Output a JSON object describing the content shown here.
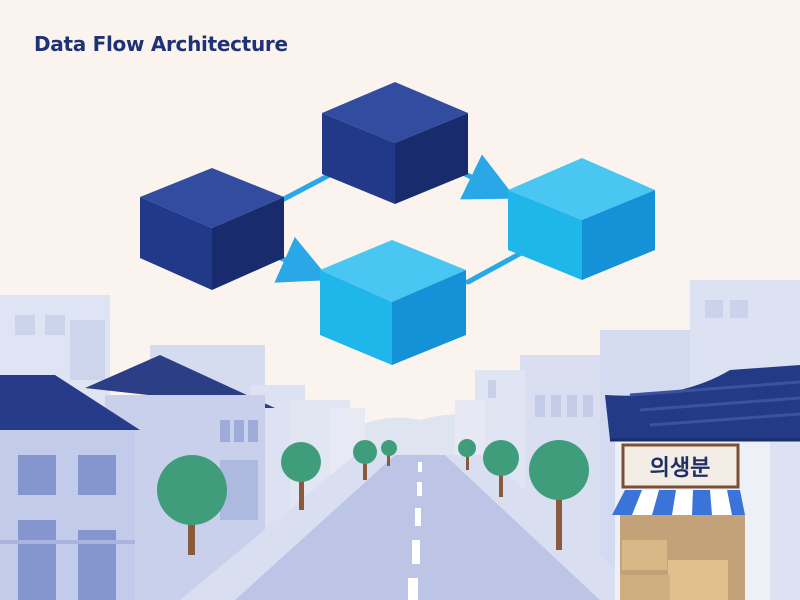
{
  "diagram": {
    "title": "Data Flow Architecture",
    "nodes": [
      {
        "id": "cube-1",
        "color": "#213a86"
      },
      {
        "id": "cube-2",
        "color": "#213a86"
      },
      {
        "id": "cube-3",
        "color": "#1fb6ea"
      },
      {
        "id": "cube-4",
        "color": "#1fb6ea"
      }
    ],
    "edges": [
      {
        "from": "cube-1",
        "to": "cube-2"
      },
      {
        "from": "cube-2",
        "to": "cube-3"
      },
      {
        "from": "cube-1",
        "to": "cube-4"
      },
      {
        "from": "cube-4",
        "to": "cube-3"
      }
    ]
  },
  "background": {
    "shop_sign": "의생분"
  },
  "colors": {
    "background": "#fbf4ee",
    "navy": "#213a86",
    "cyan": "#1fb6ea",
    "arrow": "#2aa7e6",
    "tree": "#3f9d7b",
    "building": "#c9d1ee"
  }
}
